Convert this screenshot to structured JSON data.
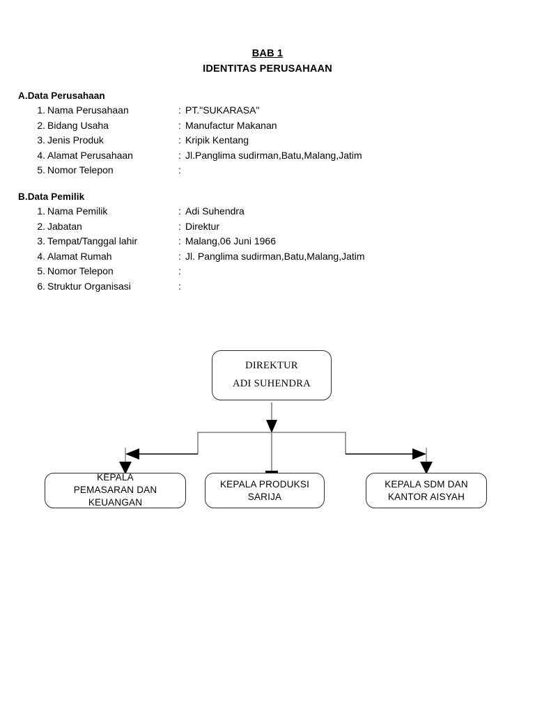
{
  "document": {
    "title_line_1": "BAB 1",
    "title_line_2": "IDENTITAS PERUSAHAAN"
  },
  "sections": {
    "company": {
      "heading": "A.Data Perusahaan",
      "separator": ":",
      "rows": [
        {
          "num": "1.",
          "label": "Nama Perusahaan",
          "value": "PT.\"SUKARASA\""
        },
        {
          "num": "2.",
          "label": "Bidang Usaha",
          "value": "Manufactur Makanan"
        },
        {
          "num": "3.",
          "label": "Jenis Produk",
          "value": "Kripik Kentang"
        },
        {
          "num": "4.",
          "label": "Alamat Perusahaan",
          "value": "Jl.Panglima sudirman,Batu,Malang,Jatim"
        },
        {
          "num": "5.",
          "label": "Nomor Telepon",
          "value": ""
        }
      ]
    },
    "owner": {
      "heading": "B.Data Pemilik",
      "separator": ":",
      "rows": [
        {
          "num": "1.",
          "label": "Nama Pemilik",
          "value": "Adi Suhendra"
        },
        {
          "num": "2.",
          "label": "Jabatan",
          "value": "Direktur"
        },
        {
          "num": "3.",
          "label": "Tempat/Tanggal lahir",
          "value": "Malang,06 Juni 1966"
        },
        {
          "num": "4.",
          "label": "Alamat Rumah",
          "value": "Jl. Panglima sudirman,Batu,Malang,Jatim"
        },
        {
          "num": "5.",
          "label": "Nomor Telepon",
          "value": ""
        },
        {
          "num": "6.",
          "label": "Struktur Organisasi",
          "value": ""
        }
      ]
    }
  },
  "org_chart": {
    "connector_color": "#808080",
    "arrow_color": "#000000",
    "box_border_color": "#2b2b2b",
    "nodes": {
      "direktur": {
        "line_1": "DIREKTUR",
        "line_2": "ADI SUHENDRA"
      },
      "pemasaran": {
        "line_1": "KEPALA",
        "line_2": "PEMASARAN DAN",
        "line_3": "KEUANGAN"
      },
      "produksi": {
        "line_1": "KEPALA PRODUKSI",
        "line_2": "SARIJA"
      },
      "sdm": {
        "line_1": "KEPALA SDM DAN",
        "line_2": "KANTOR AISYAH"
      }
    }
  }
}
